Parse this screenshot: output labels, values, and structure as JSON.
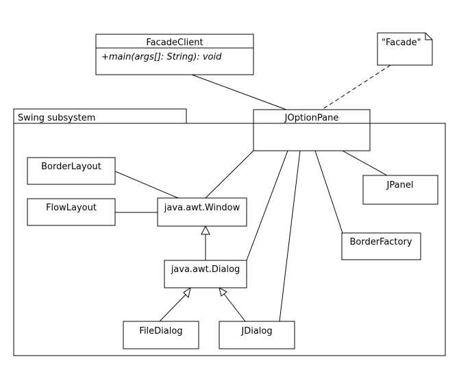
{
  "diagram": {
    "package": {
      "label": "Swing subsystem"
    },
    "facade_client": {
      "name": "FacadeClient",
      "operation": "+main(args[]: String): void"
    },
    "note": {
      "text": "\"Facade\""
    },
    "classes": {
      "joptionpane": "JOptionPane",
      "borderlayout": "BorderLayout",
      "flowlayout": "FlowLayout",
      "window": "java.awt.Window",
      "dialog": "java.awt.Dialog",
      "filedialog": "FileDialog",
      "jdialog": "JDialog",
      "jpanel": "JPanel",
      "borderfactory": "BorderFactory"
    }
  }
}
